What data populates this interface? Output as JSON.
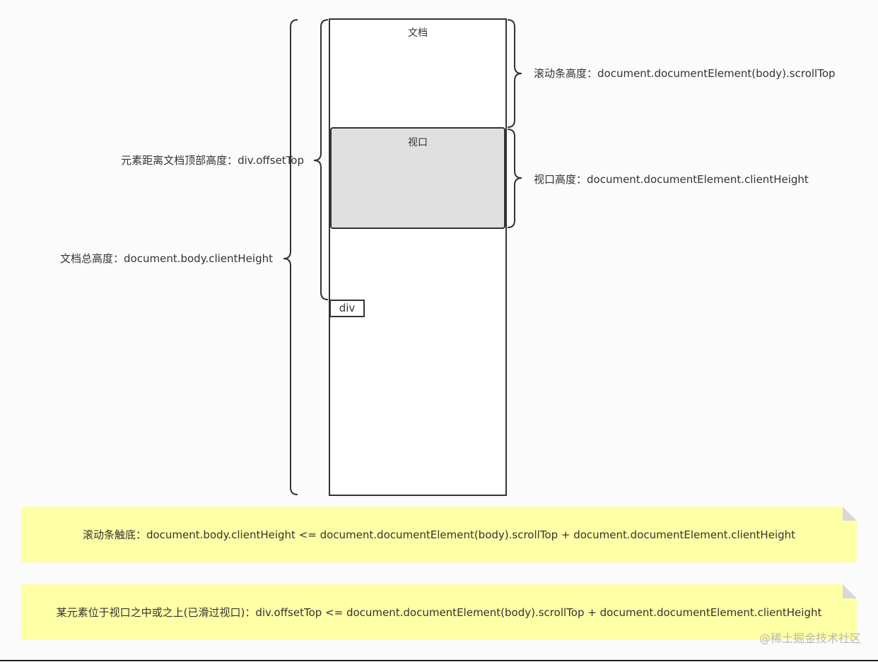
{
  "document_title": "文档",
  "viewport_title": "视口",
  "div_label": "div",
  "labels": {
    "scroll_top": "滚动条高度：document.documentElement(body).scrollTop",
    "client_height": "视口高度：document.documentElement.clientHeight",
    "offset_top": "元素距离文档顶部高度：div.offsetTop",
    "body_height": "文档总高度：document.body.clientHeight"
  },
  "notes": {
    "bottom_reached": "滚动条触底：document.body.clientHeight <= document.documentElement(body).scrollTop + document.documentElement.clientHeight",
    "element_visible": "某元素位于视口之中或之上(已滑过视口)：div.offsetTop <= document.documentElement(body).scrollTop + document.documentElement.clientHeight"
  },
  "watermark": "@稀土掘金技术社区",
  "colors": {
    "viewport_fill": "#e0e0e0",
    "note_fill": "#ffffa6",
    "line": "#333333"
  }
}
